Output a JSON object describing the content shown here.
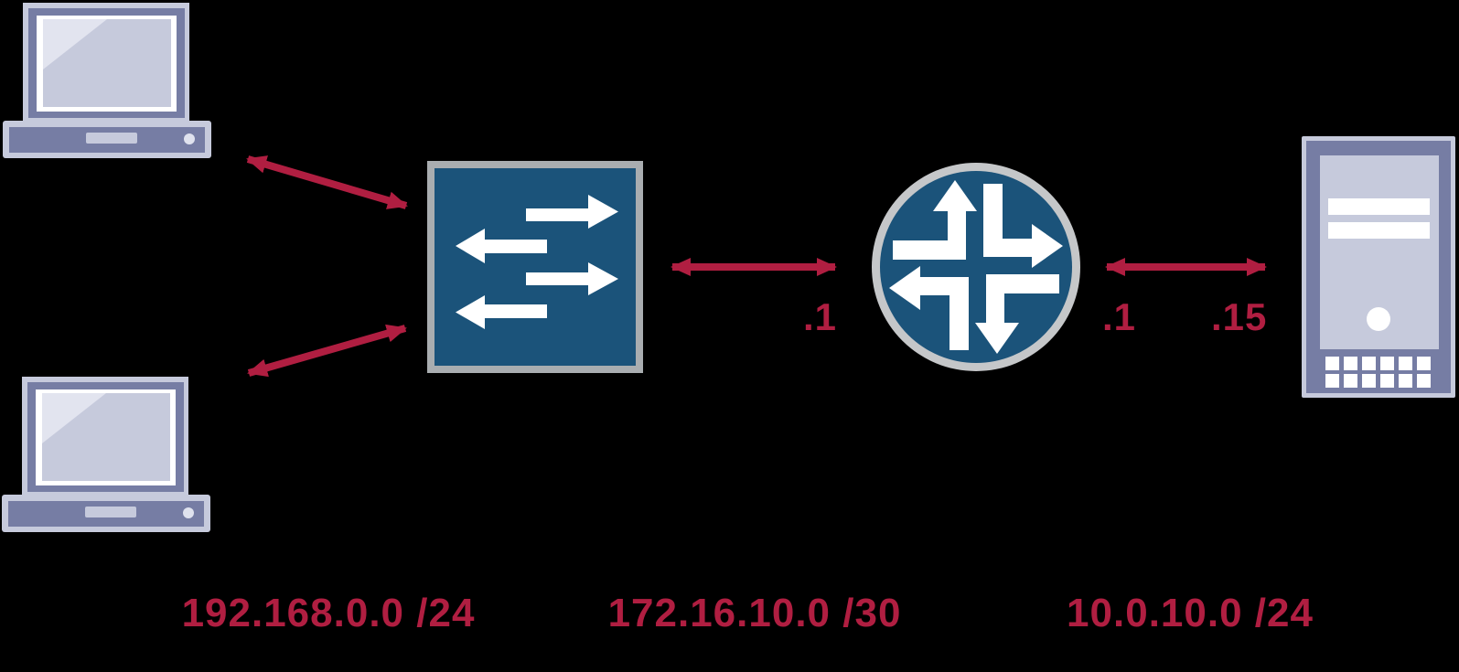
{
  "diagram": {
    "type": "network-topology",
    "background": "#000000"
  },
  "colors": {
    "accent_red": "#B01E41",
    "device_blue": "#1B537A",
    "switch_border_gray": "#A9ADB0",
    "router_ring_gray": "#C5C7C9",
    "endpoint_slate": "#767DA4",
    "endpoint_light": "#C6CADC",
    "endpoint_highlight": "#E2E4EF",
    "arrow_white": "#FFFFFF"
  },
  "devices": {
    "laptop_top": {
      "icon": "laptop-icon"
    },
    "laptop_bottom": {
      "icon": "laptop-icon"
    },
    "switch": {
      "icon": "switch-icon"
    },
    "router": {
      "icon": "router-icon"
    },
    "server": {
      "icon": "server-icon"
    }
  },
  "links": [
    {
      "from": "laptop-top",
      "to": "switch",
      "style": "double-arrow"
    },
    {
      "from": "laptop-bottom",
      "to": "switch",
      "style": "double-arrow"
    },
    {
      "from": "switch",
      "to": "router",
      "style": "double-arrow"
    },
    {
      "from": "router",
      "to": "server",
      "style": "double-arrow"
    }
  ],
  "interface_labels": [
    {
      "text": ".1",
      "position": "router-left"
    },
    {
      "text": ".1",
      "position": "router-right"
    },
    {
      "text": ".15",
      "position": "server-left"
    }
  ],
  "subnet_labels": [
    {
      "text": "192.168.0.0 /24",
      "segment": "lan-left"
    },
    {
      "text": "172.16.10.0 /30",
      "segment": "switch-router"
    },
    {
      "text": "10.0.10.0 /24",
      "segment": "router-server"
    }
  ]
}
